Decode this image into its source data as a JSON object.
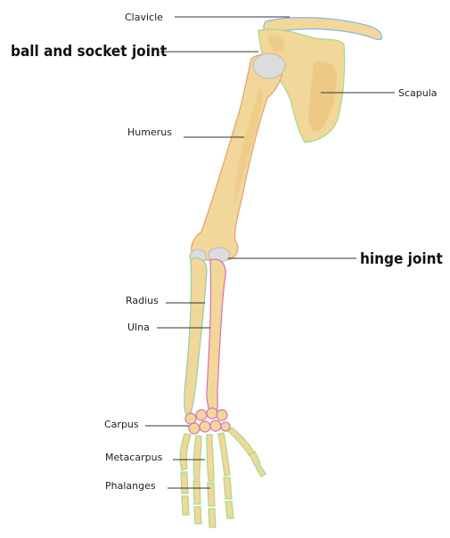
{
  "labels": {
    "clavicle": "Clavicle",
    "ball_socket": "ball and socket joint",
    "scapula": "Scapula",
    "humerus": "Humerus",
    "hinge": "hinge joint",
    "radius": "Radius",
    "ulna": "Ulna",
    "carpus": "Carpus",
    "metacarpus": "Metacarpus",
    "phalanges": "Phalanges"
  },
  "colors": {
    "bone_fill": "#f2d79a",
    "bone_shade": "#e8c27a",
    "bone_outline": "#d9a84f",
    "cartilage": "#dcdcdc",
    "leader_line": "#333333",
    "outline_green": "#a6d98c",
    "outline_pink": "#d86fb0",
    "outline_blue": "#8ab4e8"
  }
}
